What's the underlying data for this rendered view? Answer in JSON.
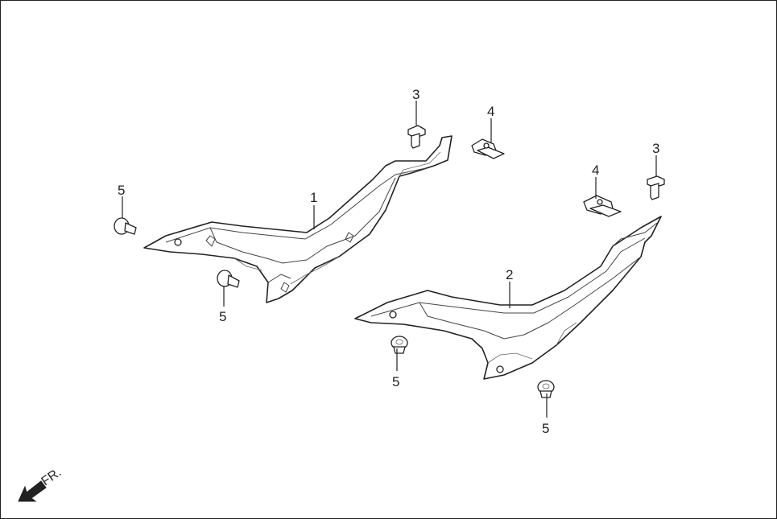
{
  "callouts": {
    "part_1": "1",
    "part_2": "2",
    "part_3_left": "3",
    "part_3_right": "3",
    "part_4_left": "4",
    "part_4_right": "4",
    "part_5_a": "5",
    "part_5_b": "5",
    "part_5_c": "5",
    "part_5_d": "5"
  },
  "front_indicator": {
    "label": "FR.",
    "icon": "arrow-front-icon"
  },
  "colors": {
    "line": "#222222",
    "background": "#ffffff"
  }
}
